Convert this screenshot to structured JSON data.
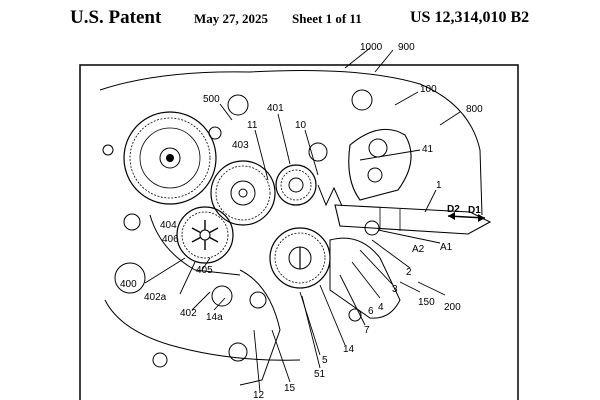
{
  "header": {
    "title": "U.S. Patent",
    "date": "May 27, 2025",
    "sheet": "Sheet 1 of 11",
    "patent_number": "US 12,314,010 B2"
  },
  "figure": {
    "reference_labels": [
      "1000",
      "900",
      "100",
      "800",
      "500",
      "401",
      "11",
      "10",
      "403",
      "41",
      "1",
      "D2",
      "D1",
      "404",
      "406",
      "A2",
      "A1",
      "2",
      "3",
      "405",
      "400",
      "4",
      "150",
      "200",
      "402a",
      "402",
      "14a",
      "7",
      "6",
      "5",
      "14",
      "51",
      "12",
      "15"
    ]
  }
}
